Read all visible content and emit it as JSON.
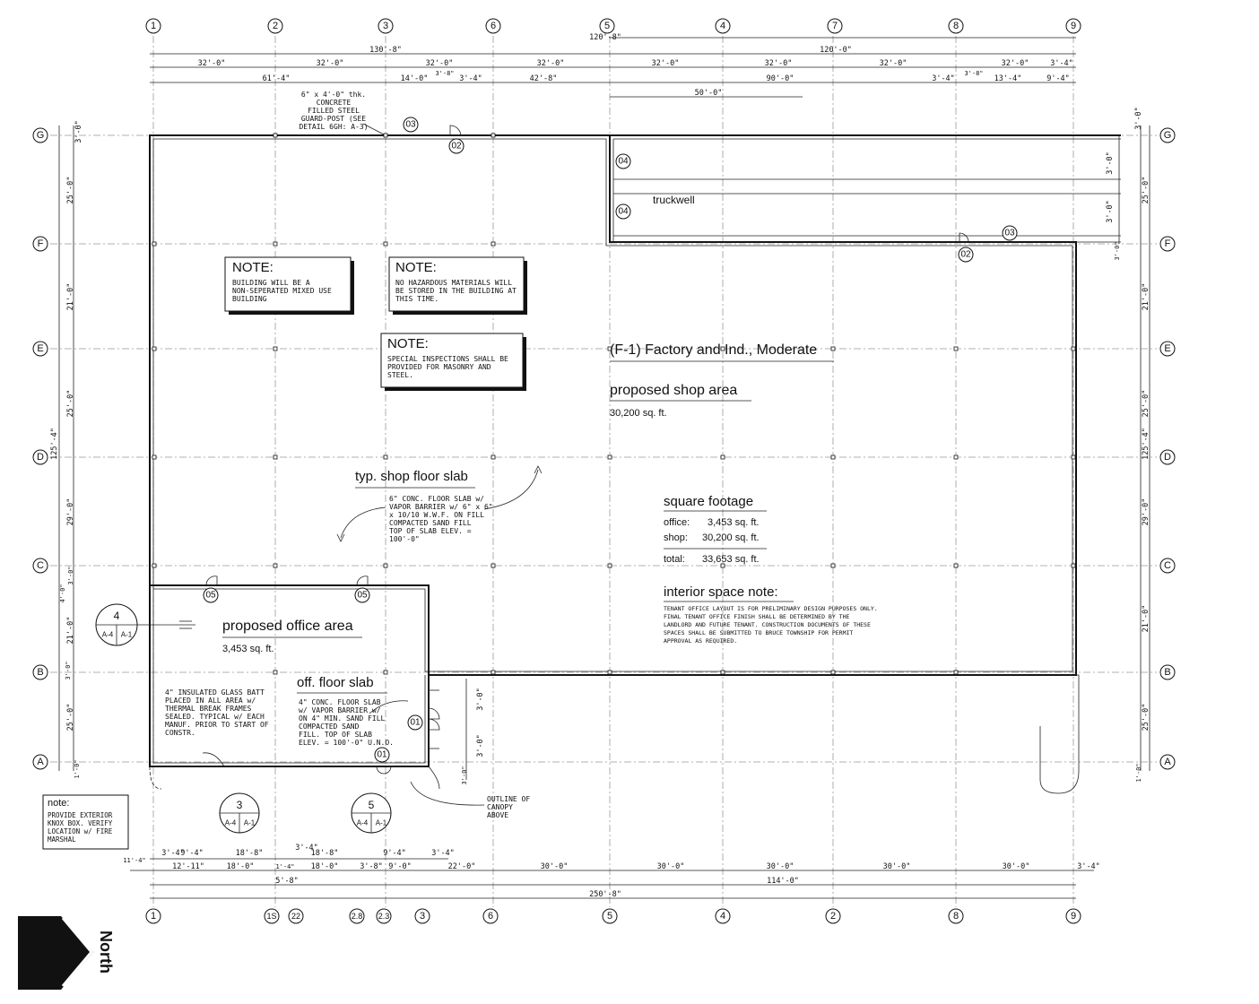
{
  "notes": [
    {
      "title": "NOTE:",
      "lines": [
        "BUILDING WILL BE A",
        "NON-SEPERATED MIXED USE",
        "BUILDING"
      ]
    },
    {
      "title": "NOTE:",
      "lines": [
        "NO HAZARDOUS MATERIALS WILL",
        "BE STORED IN THE BUILDING AT",
        "THIS TIME."
      ]
    },
    {
      "title": "NOTE:",
      "lines": [
        "SPECIAL INSPECTIONS SHALL BE",
        "PROVIDED FOR MASONRY AND",
        "STEEL."
      ]
    }
  ],
  "occupancy": "(F-1) Factory and Ind., Moderate",
  "shop": {
    "title": "proposed shop area",
    "area": "30,200 sq. ft."
  },
  "office": {
    "title": "proposed office area",
    "area": "3,453 sq. ft."
  },
  "truckwell": "truckwell",
  "shop_slab": {
    "title": "typ. shop floor slab",
    "lines": [
      "6\" CONC. FLOOR SLAB w/",
      "VAPOR BARRIER w/ 6\" x 6\"",
      "x 10/10 W.W.F. ON FILL",
      "COMPACTED SAND FILL",
      "TOP OF SLAB ELEV. =",
      "100'-0\""
    ]
  },
  "office_slab": {
    "title": "off. floor slab",
    "lines": [
      "4\" CONC. FLOOR SLAB",
      "w/ VAPOR BARRIER w/",
      "ON 4\" MIN. SAND FILL",
      "COMPACTED SAND",
      "FILL. TOP OF SLAB",
      "ELEV. = 100'-0\" U.N.O."
    ]
  },
  "insulation_note": [
    "4\" INSULATED GLASS BATT",
    "PLACED IN ALL AREA w/",
    "THERMAL BREAK FRAMES",
    "SEALED. TYPICAL w/ EACH",
    "MANUF. PRIOR TO START OF",
    "CONSTR."
  ],
  "square_footage": {
    "title": "square footage",
    "rows": [
      {
        "label": "office:",
        "value": "3,453 sq. ft."
      },
      {
        "label": "shop:",
        "value": "30,200 sq. ft."
      }
    ],
    "total_label": "total:",
    "total_value": "33,653 sq. ft."
  },
  "interior_note": {
    "title": "interior space note:",
    "lines": [
      "TENANT OFFICE LAYOUT IS FOR PRELIMINARY DESIGN PURPOSES ONLY.",
      "FINAL TENANT OFFICE FINISH SHALL BE DETERMINED BY THE",
      "LANDLORD AND FUTURE TENANT. CONSTRUCTION DOCUMENTS OF THESE",
      "SPACES SHALL BE SUBMITTED TO BRUCE TOWNSHIP FOR PERMIT",
      "APPROVAL AS REQUIRED."
    ]
  },
  "guard_post": [
    "6\" x 4'-0\" thk.",
    "CONCRETE",
    "FILLED STEEL",
    "GUARD-POST (SEE",
    "DETAIL 6GH: A-3)"
  ],
  "canopy_note": [
    "OUTLINE OF",
    "CANOPY",
    "ABOVE"
  ],
  "knox_note": {
    "title": "note:",
    "lines": [
      "PROVIDE EXTERIOR",
      "KNOX BOX. VERIFY",
      "LOCATION w/ FIRE",
      "MARSHAL"
    ]
  },
  "north_label": "North",
  "col_grid_top": [
    "1",
    "2",
    "3",
    "6",
    "5",
    "4",
    "7",
    "8",
    "9"
  ],
  "col_grid_bottom": [
    "1",
    "1S",
    "22",
    "2.8",
    "2.3",
    "3",
    "6",
    "5",
    "4",
    "2",
    "8",
    "9"
  ],
  "row_grid": [
    "G",
    "F",
    "E",
    "D",
    "C",
    "B",
    "A"
  ],
  "door_tags": [
    "01",
    "02",
    "02",
    "03",
    "03",
    "04",
    "04",
    "05",
    "05"
  ],
  "section_tags": [
    {
      "num": "4",
      "left": "A-4",
      "right": "A-1"
    },
    {
      "num": "3",
      "left": "A-4",
      "right": "A-1"
    },
    {
      "num": "5",
      "left": "A-4",
      "right": "A-1"
    }
  ],
  "dims_top_overall": [
    "130'-8\"",
    "120'-8\"",
    "120'-0\""
  ],
  "dims_top_row1": [
    "32'-0\"",
    "32'-0\"",
    "32'-0\"",
    "32'-0\"",
    "32'-0\"",
    "32'-0\"",
    "32'-0\"",
    "32'-0\"",
    "3'-4\""
  ],
  "dims_top_row2": [
    "61'-4\"",
    "14'-0\"",
    "3'-8\"",
    "3'-4\"",
    "42'-8\"",
    "90'-0\"",
    "3'-4\"",
    "3'-8\"",
    "13'-4\"",
    "9'-4\""
  ],
  "dim_50": "50'-0\"",
  "dims_left": [
    "3'-0\"",
    "25'-0\"",
    "21'-0\"",
    "25'-0\"",
    "125'-4\"",
    "29'-0\"",
    "4'-0\"",
    "3'-0\"",
    "21'-0\"",
    "3'-0\"",
    "25'-0\"",
    "1'-0\""
  ],
  "dims_right": [
    "3'-0\"",
    "25'-0\"",
    "21'-0\"",
    "25'-0\"",
    "125'-4\"",
    "29'-0\"",
    "21'-0\"",
    "25'-0\"",
    "1'-0\""
  ],
  "dims_truck": [
    "3'-0\"",
    "3'-0\"",
    "3'-0\""
  ],
  "dims_bottom_row1": [
    "3'-4\"",
    "9'-4\"",
    "18'-8\"",
    "3'-4\"",
    "18'-8\"",
    "9'-4\"",
    "3'-4\""
  ],
  "dims_bottom_row2": [
    "11'-4\"",
    "12'-11\"",
    "18'-0\"",
    "1'-4\"",
    "18'-0\"",
    "3'-8\"",
    "9'-0\"",
    "22'-0\"",
    "30'-0\"",
    "30'-0\"",
    "30'-0\"",
    "30'-0\"",
    "30'-0\"",
    "3'-4\""
  ],
  "dims_bottom_row3": [
    "5'-8\"",
    "114'-0\""
  ],
  "dims_bottom_overall": "250'-8\"",
  "dims_office_side": [
    "3'-0\"",
    "3'-0\"",
    "3'-0\""
  ]
}
